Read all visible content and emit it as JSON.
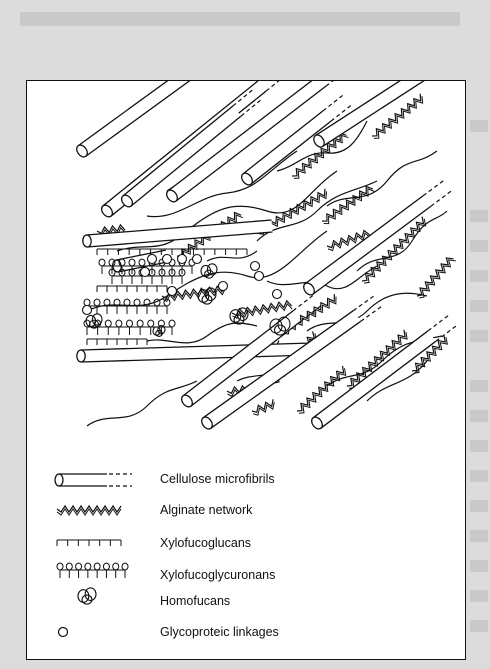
{
  "legend": {
    "items": [
      {
        "key": "cellulose",
        "label": "Cellulose microfibrils",
        "symbol": "cylinder-icon"
      },
      {
        "key": "alginate",
        "label": "Alginate network",
        "symbol": "wavy-double-line-icon"
      },
      {
        "key": "xylofucoglucans",
        "label": "Xylofucoglucans",
        "symbol": "comb-down-icon"
      },
      {
        "key": "xylofucoglycuronans",
        "label": "Xylofucoglycuronans",
        "symbol": "loop-chain-icon"
      },
      {
        "key": "homofucans",
        "label": "Homofucans",
        "symbol": "coil-cluster-icon"
      },
      {
        "key": "glycoprotein",
        "label": "Glycoproteic linkages",
        "symbol": "small-circle-icon"
      }
    ]
  },
  "colors": {
    "ink": "#111111",
    "paper": "#ffffff",
    "scan_background": "#dcdcdc"
  }
}
